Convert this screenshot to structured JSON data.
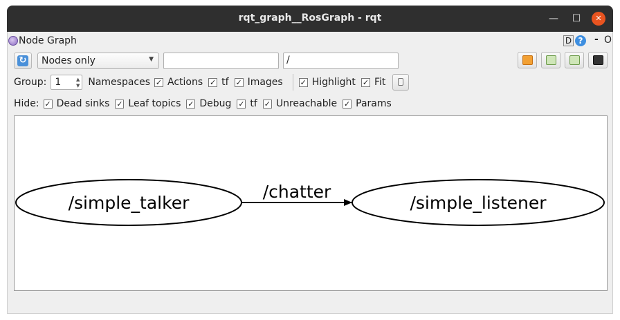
{
  "window": {
    "title": "rqt_graph__RosGraph - rqt",
    "minimize_glyph": "—",
    "maximize_glyph": "☐",
    "close_glyph": "✕"
  },
  "dock": {
    "title": "Node Graph",
    "d_label": "D",
    "help_label": "?",
    "minimize_label": "-",
    "close_label": "O"
  },
  "toolbar": {
    "refresh_icon": "refresh-icon",
    "mode_selected": "Nodes only",
    "node_filter_value": "",
    "topic_filter_value": "/",
    "load_icon": "folder-open-icon",
    "save_dot_icon": "save-dot-icon",
    "save_svg_icon": "save-svg-icon",
    "save_image_icon": "save-image-icon"
  },
  "options": {
    "group_label": "Group:",
    "group_value": "1",
    "namespaces_label": "Namespaces",
    "actions_label": "Actions",
    "tf_label": "tf",
    "images_label": "Images",
    "highlight_label": "Highlight",
    "fit_label": "Fit",
    "check_glyph": "✓"
  },
  "hide": {
    "label": "Hide:",
    "dead_sinks": "Dead sinks",
    "leaf_topics": "Leaf topics",
    "debug": "Debug",
    "tf": "tf",
    "unreachable": "Unreachable",
    "params": "Params"
  },
  "graph": {
    "nodes": [
      "/simple_talker",
      "/simple_listener"
    ],
    "edge_label": "/chatter"
  }
}
